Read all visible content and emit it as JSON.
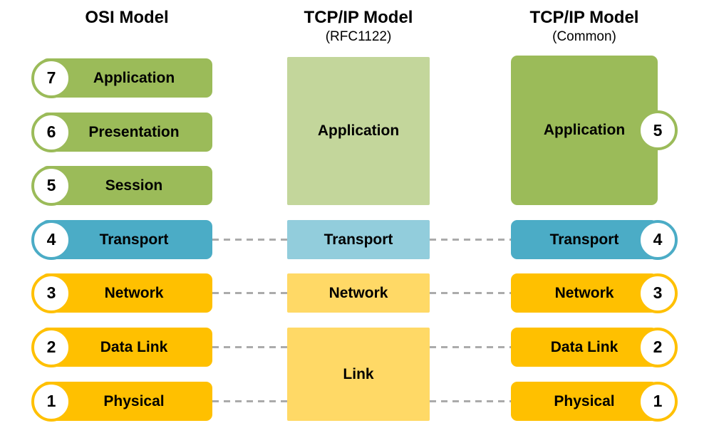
{
  "diagram": {
    "columns": [
      {
        "title": "OSI Model",
        "layers": [
          {
            "number": "7",
            "label": "Application"
          },
          {
            "number": "6",
            "label": "Presentation"
          },
          {
            "number": "5",
            "label": "Session"
          },
          {
            "number": "4",
            "label": "Transport"
          },
          {
            "number": "3",
            "label": "Network"
          },
          {
            "number": "2",
            "label": "Data Link"
          },
          {
            "number": "1",
            "label": "Physical"
          }
        ]
      },
      {
        "title": "TCP/IP Model",
        "subtitle": "(RFC1122)",
        "layers": [
          {
            "label": "Application"
          },
          {
            "label": "Transport"
          },
          {
            "label": "Network"
          },
          {
            "label": "Link"
          }
        ]
      },
      {
        "title": "TCP/IP Model",
        "subtitle": "(Common)",
        "layers": [
          {
            "number": "5",
            "label": "Application"
          },
          {
            "number": "4",
            "label": "Transport"
          },
          {
            "number": "3",
            "label": "Network"
          },
          {
            "number": "2",
            "label": "Data Link"
          },
          {
            "number": "1",
            "label": "Physical"
          }
        ]
      }
    ],
    "colors": {
      "green": "#9BBB59",
      "green_light": "#C3D69B",
      "teal": "#4BACC6",
      "teal_light": "#92CDDC",
      "amber": "#FFC000",
      "amber_light": "#FFD966",
      "connector": "#ABABAB",
      "badge_background": "#FFFFFF",
      "text": "#000000"
    }
  }
}
